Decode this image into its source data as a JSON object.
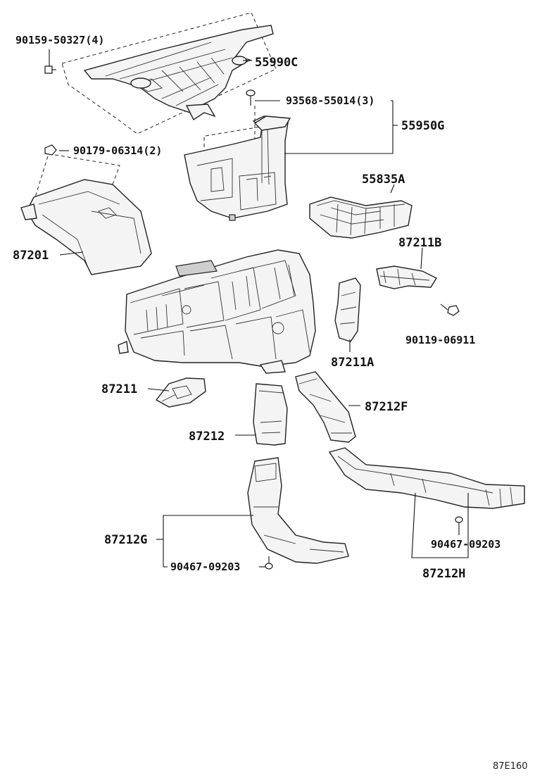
{
  "diagram_code": "87E160",
  "labels": {
    "p90159": "90159-50327(4)",
    "p55990C": "55990C",
    "p93568": "93568-55014(3)",
    "p55950G": "55950G",
    "p90179": "90179-06314(2)",
    "p55835A": "55835A",
    "p87201": "87201",
    "p87211B": "87211B",
    "p90119": "90119-06911",
    "p87211A": "87211A",
    "p87211": "87211",
    "p87212F": "87212F",
    "p87212": "87212",
    "p87212G": "87212G",
    "p90467a": "90467-09203",
    "p90467b": "90467-09203",
    "p87212H": "87212H"
  }
}
